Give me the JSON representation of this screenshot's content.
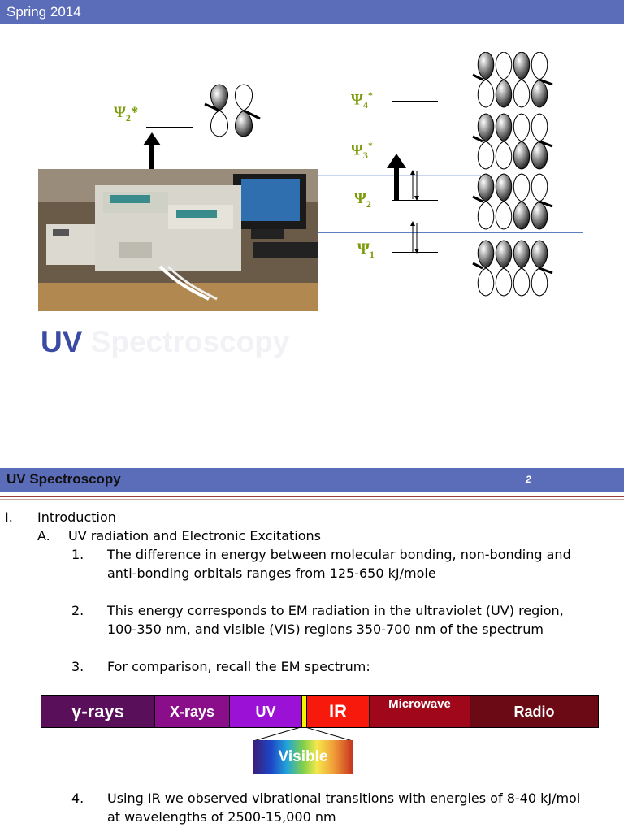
{
  "slide1": {
    "header": "Spring 2014",
    "title_word1": "UV",
    "title_word2": "Spectroscopy",
    "left_diagram": {
      "psi_label": "Ψ",
      "psi_sub": "2",
      "psi_sup": "*"
    },
    "right_diagram": {
      "levels": [
        {
          "symbol": "Ψ",
          "sub": "4",
          "sup": "*"
        },
        {
          "symbol": "Ψ",
          "sub": "3",
          "sup": "*"
        },
        {
          "symbol": "Ψ",
          "sub": "2",
          "sup": ""
        },
        {
          "symbol": "Ψ",
          "sub": "1",
          "sup": ""
        }
      ]
    },
    "colors": {
      "header_bar": "#5b6cb8",
      "psi_label": "#7a9a06",
      "title": "#3b4aa3"
    }
  },
  "slide2": {
    "title": "UV Spectroscopy",
    "page_number": "2",
    "outline": [
      {
        "marker": "I.",
        "text": "Introduction"
      },
      {
        "marker": "A.",
        "text": "UV radiation and Electronic Excitations"
      },
      {
        "marker": "1.",
        "lines": [
          "The difference in energy between molecular bonding, non-bonding and",
          "anti-bonding orbitals ranges from 125-650 kJ/mole"
        ]
      },
      {
        "marker": "2.",
        "lines": [
          "This energy corresponds to EM radiation in the ultraviolet (UV) region,",
          "100-350 nm, and visible (VIS) regions 350-700 nm of the spectrum"
        ]
      },
      {
        "marker": "3.",
        "lines": [
          "For comparison, recall the EM spectrum:"
        ]
      },
      {
        "marker": "4.",
        "lines": [
          "Using IR we observed vibrational transitions with energies of 8-40 kJ/mol",
          "at wavelengths of 2500-15,000 nm"
        ]
      }
    ],
    "spectrum": [
      {
        "label": "γ-rays",
        "color": "#5a0f5a"
      },
      {
        "label": "X-rays",
        "color": "#8a0d8a"
      },
      {
        "label": "UV",
        "color": "#9b12d6"
      },
      {
        "label": "",
        "color": "#f4f400"
      },
      {
        "label": "IR",
        "color": "#f71a0c"
      },
      {
        "label": "Microwave",
        "color": "#a0071b"
      },
      {
        "label": "Radio",
        "color": "#6b0a14"
      }
    ],
    "visible_label": "Visible"
  }
}
